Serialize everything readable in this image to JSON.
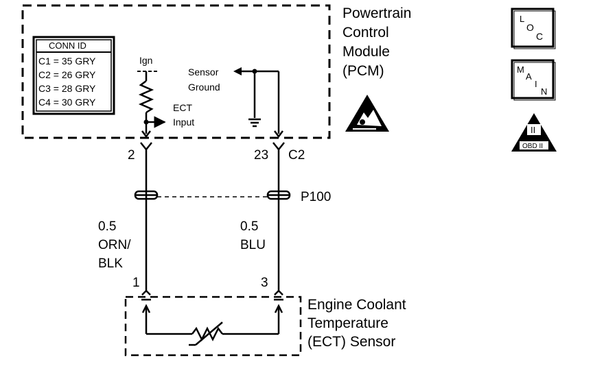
{
  "pcm": {
    "title_lines": [
      "Powertrain",
      "Control",
      "Module",
      "(PCM)"
    ]
  },
  "conn_id": {
    "header": "CONN ID",
    "rows": [
      "C1 = 35 GRY",
      "C2 = 26 GRY",
      "C3 = 28 GRY",
      "C4 = 30 GRY"
    ]
  },
  "pcm_internal": {
    "ign": "Ign",
    "ect_input": [
      "ECT",
      "Input"
    ],
    "sensor_ground": [
      "Sensor",
      "Ground"
    ]
  },
  "pins": {
    "pcm_left": "2",
    "pcm_right": "23",
    "pcm_connector": "C2",
    "sensor_left": "1",
    "sensor_right": "3"
  },
  "splice": "P100",
  "wires": {
    "left": [
      "0.5",
      "ORN/",
      "BLK"
    ],
    "right": [
      "0.5",
      "BLU"
    ]
  },
  "sensor": {
    "title_lines": [
      "Engine Coolant",
      "Temperature",
      "(ECT) Sensor"
    ]
  },
  "badges": {
    "loc": [
      "L",
      "O",
      "C"
    ],
    "main": [
      "M",
      "A",
      "I",
      "N"
    ],
    "obd_top": "II",
    "obd_bottom": "OBD II"
  }
}
